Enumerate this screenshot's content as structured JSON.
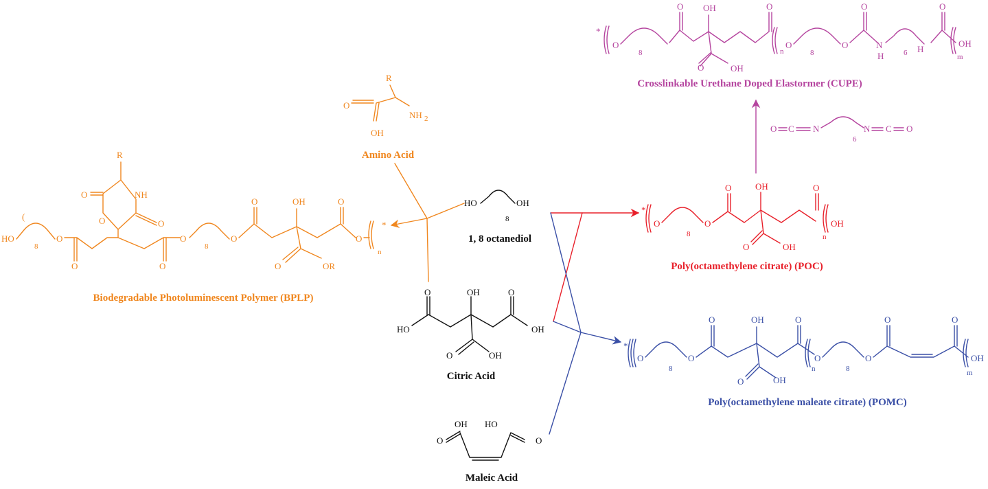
{
  "colors": {
    "bplp": "#f0871f",
    "poc": "#e8202a",
    "pomc": "#3a4fa6",
    "cupe": "#b5459f",
    "reagent": "#111111"
  },
  "labels": {
    "cupe": "Crosslinkable Urethane Doped Elastormer (CUPE)",
    "amino_acid": "Amino Acid",
    "octanediol": "1, 8 octanediol",
    "bplp": "Biodegradable Photoluminescent Polymer (BPLP)",
    "poc": "Poly(octamethylene citrate) (POC)",
    "citric_acid": "Citric Acid",
    "pomc": "Poly(octamethylene maleate citrate) (POMC)",
    "maleic_acid": "Maleic Acid"
  },
  "atoms": {
    "star": "*",
    "O": "O",
    "OH": "OH",
    "HO": "HO",
    "N": "N",
    "H": "H",
    "NH": "NH",
    "NH2": "NH",
    "two": "2",
    "R": "R",
    "OR": "OR",
    "eight": "8",
    "six": "6",
    "n": "n",
    "m": "m",
    "C": "C",
    "eq": "="
  }
}
